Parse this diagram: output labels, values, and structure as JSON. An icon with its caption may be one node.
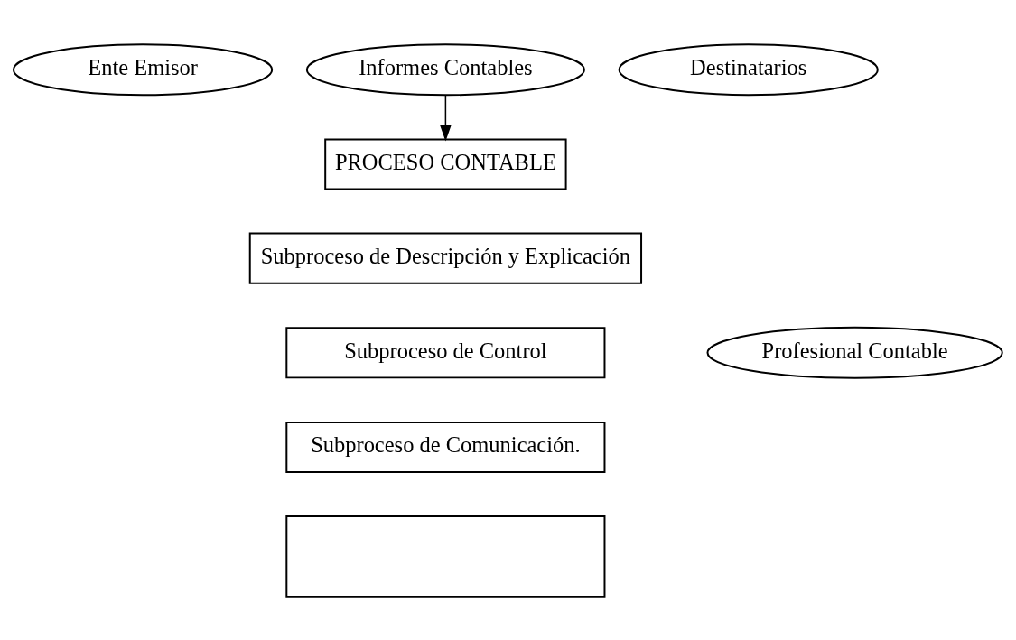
{
  "diagram": {
    "nodes": [
      {
        "text": [
          "Ente Emisor"
        ]
      },
      {
        "text": [
          "Informes Contables"
        ]
      },
      {
        "text": [
          "Destinatarios"
        ]
      },
      {
        "text": [
          "PROCESO CONTABLE"
        ]
      },
      {
        "text": [
          "Subproceso de Descripción y Explicación"
        ]
      },
      {
        "text": [
          "Subproceso de Control"
        ]
      },
      {
        "text": [
          "Subproceso de Comunicación."
        ]
      },
      {
        "text": [],
        "shape": "box"
      },
      {
        "text": [
          "Profesional Contable"
        ]
      }
    ],
    "edges": [
      {
        "from": 1,
        "to": 3,
        "arrow": "to"
      }
    ]
  }
}
